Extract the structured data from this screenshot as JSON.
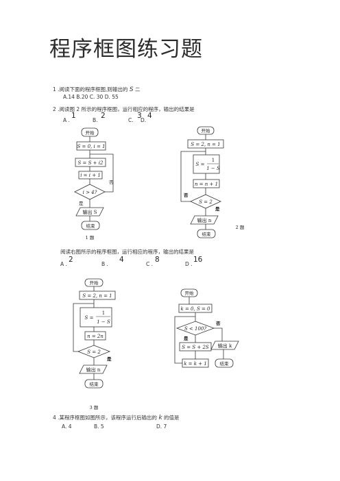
{
  "title": "程序框图练习题",
  "q1": {
    "text": "1 .阅读下面的程序框图,则输出的",
    "var": "S",
    "eq": "二",
    "options_line": "A.14  B.20  C.  30 D.  55"
  },
  "q2": {
    "text": "2 .阅读图 2 所示的程序框图，运行相应的程序，输出的结果是",
    "options": [
      "A .",
      "1",
      "B.",
      "2",
      "C.",
      "3",
      "D.",
      "4"
    ]
  },
  "q3": {
    "text": "阅读右图所示的程序框图，运行相应的程序，输出的结果是",
    "options": [
      "A .",
      "2",
      "B .",
      "4",
      "C .",
      "8",
      "D .",
      "16"
    ]
  },
  "q4": {
    "text": "4 .某程序框图如图所示，该程序运行后输出的",
    "var": "k",
    "tail": "的值是",
    "options": [
      "A. 4",
      "B. 5",
      "D. 7"
    ]
  },
  "chart1": {
    "start": "开始",
    "init": "S = 0, i = 1",
    "body1": "S = S + i2",
    "body2": "i = i + 1",
    "cond": "i > 4?",
    "no": "否",
    "yes": "是",
    "output": "输出 S",
    "end": "结束",
    "caption": "1 题"
  },
  "chart2": {
    "start": "开始",
    "init": "S = 2, n = 1",
    "frac_lhs": "S =",
    "frac_num": "1",
    "frac_den": "1 − S",
    "step": "n = n + 1",
    "cond": "S = 2",
    "no": "否",
    "yes": "是",
    "output": "输出 n",
    "end": "结束",
    "caption": "2 题"
  },
  "chart3": {
    "start": "开始",
    "init": "S = 2, n = 1",
    "frac_lhs": "S =",
    "frac_num": "1",
    "frac_den": "1 − S",
    "step": "n = 2n",
    "cond": "S = 2",
    "yes": "是",
    "output": "输出 n",
    "end": "结束",
    "caption": "3 题"
  },
  "chart4": {
    "start": "开始",
    "init": "k = 0, S = 0",
    "cond": "S < 100?",
    "no": "否",
    "yes": "是",
    "body": "S = S + 2S",
    "step": "k = k + 1",
    "output": "输出 k",
    "end": "结束"
  }
}
